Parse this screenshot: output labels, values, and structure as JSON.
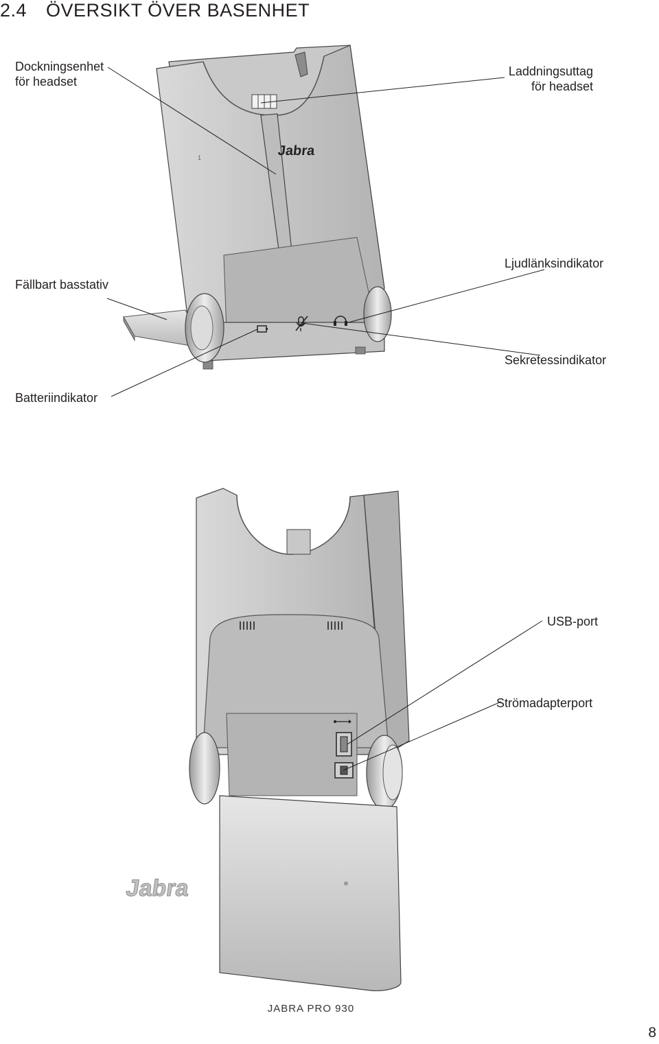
{
  "heading": {
    "number": "2.4",
    "title": "ÖVERSIKT ÖVER BASENHET"
  },
  "callouts": {
    "docking": [
      "Dockningsenhet",
      "för headset"
    ],
    "charging": [
      "Laddningsuttag",
      "för headset"
    ],
    "stand": "Fällbart basstativ",
    "audio_link": "Ljudlänksindikator",
    "privacy": "Sekretessindikator",
    "battery": "Batteriindikator",
    "usb": "USB-port",
    "power": "Strömadapterport"
  },
  "device": {
    "brand": "Jabra",
    "slot_number": "1"
  },
  "footer": "JABRA PRO 930",
  "page_number": "8"
}
